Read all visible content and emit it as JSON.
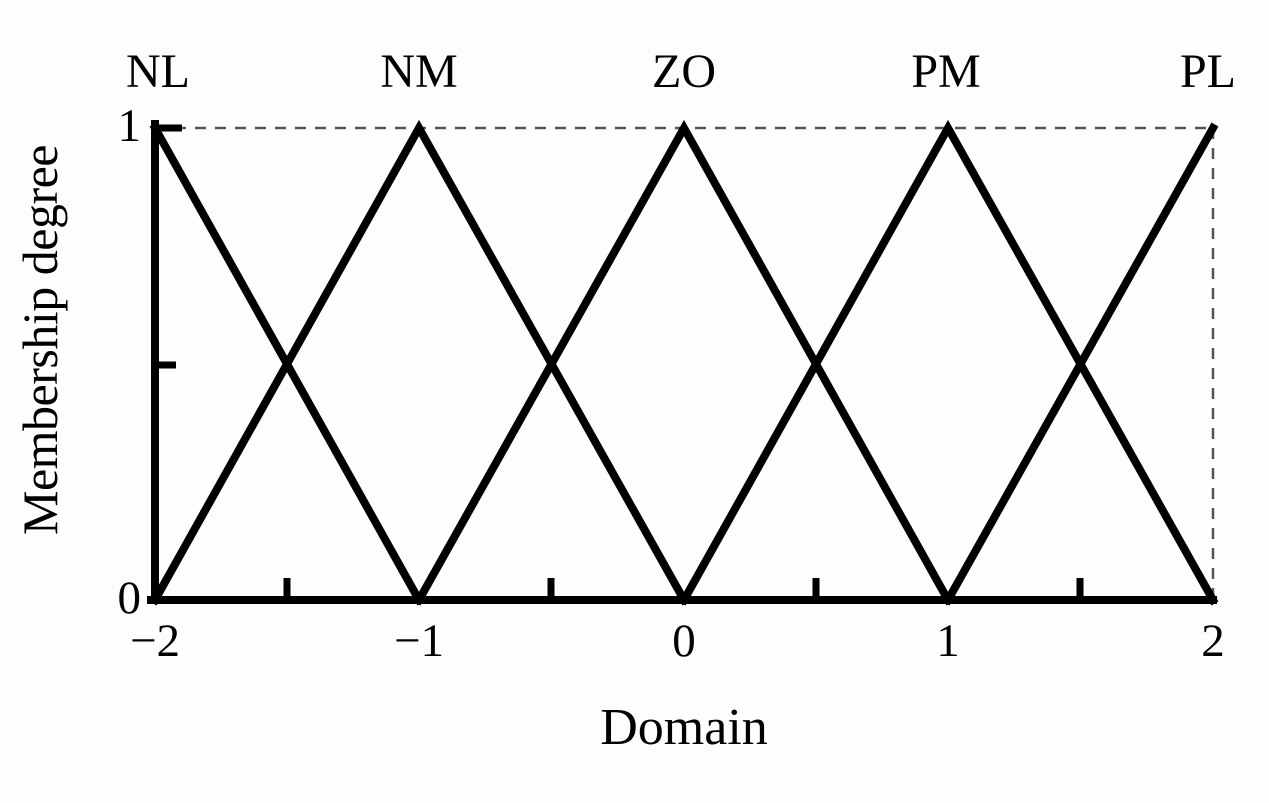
{
  "chart_data": {
    "type": "line",
    "title": "",
    "xlabel": "Domain",
    "ylabel": "Membership degree",
    "xlim": [
      -2,
      2
    ],
    "ylim": [
      0,
      1
    ],
    "xticks": [
      -2,
      -1,
      0,
      1,
      2
    ],
    "xticklabels": [
      "−2",
      "−1",
      "0",
      "1",
      "2"
    ],
    "yticks": [
      0,
      1
    ],
    "yticklabels": [
      "0",
      "1"
    ],
    "x_minor_ticks": [
      -1.5,
      -0.5,
      0.5,
      1.5
    ],
    "y_minor_ticks": [
      0.5
    ],
    "grid": false,
    "dashed_guides": {
      "horizontal_at_y": 1,
      "vertical_at_x": 2
    },
    "legend": "inline-labels-above-peaks",
    "line_color": "#000000",
    "background_color": "#ffffff",
    "series": [
      {
        "name": "NL",
        "label": "NL",
        "peak_x": -2,
        "type": "triangular-membership",
        "points": [
          [
            -2,
            1
          ],
          [
            -1,
            0
          ]
        ]
      },
      {
        "name": "NM",
        "label": "NM",
        "peak_x": -1,
        "type": "triangular-membership",
        "points": [
          [
            -2,
            0
          ],
          [
            -1,
            1
          ],
          [
            0,
            0
          ]
        ]
      },
      {
        "name": "ZO",
        "label": "ZO",
        "peak_x": 0,
        "type": "triangular-membership",
        "points": [
          [
            -1,
            0
          ],
          [
            0,
            1
          ],
          [
            1,
            0
          ]
        ]
      },
      {
        "name": "PM",
        "label": "PM",
        "peak_x": 1,
        "type": "triangular-membership",
        "points": [
          [
            0,
            0
          ],
          [
            1,
            1
          ],
          [
            2,
            0
          ]
        ]
      },
      {
        "name": "PL",
        "label": "PL",
        "peak_x": 2,
        "type": "triangular-membership",
        "points": [
          [
            1,
            0
          ],
          [
            2,
            1
          ]
        ]
      }
    ],
    "crossover_points": [
      {
        "x": -1.5,
        "y": 0.5
      },
      {
        "x": -0.5,
        "y": 0.5
      },
      {
        "x": 0.5,
        "y": 0.5
      },
      {
        "x": 1.5,
        "y": 0.5
      }
    ]
  }
}
